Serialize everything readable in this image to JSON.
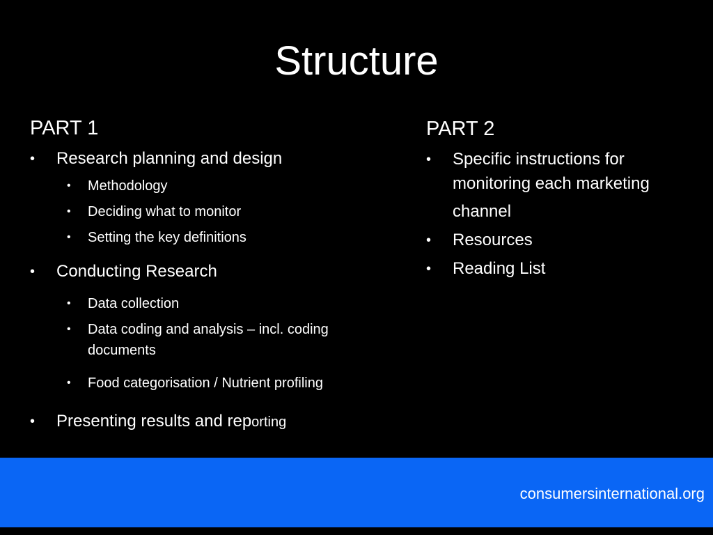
{
  "title": "Structure",
  "part1": {
    "heading": "PART 1",
    "items": [
      {
        "label": "Research planning and design",
        "subitems": [
          "Methodology",
          "Deciding what to monitor",
          "Setting the key definitions"
        ]
      },
      {
        "label": "Conducting Research",
        "subitems": [
          "Data collection",
          "Data coding and analysis – incl. coding",
          "documents",
          "Food categorisation / Nutrient profiling"
        ]
      },
      {
        "label_main": "Presenting results and rep",
        "label_tail": "orting"
      }
    ]
  },
  "part2": {
    "heading": "PART 2",
    "items": [
      {
        "line1": "Specific instructions for",
        "line2": "monitoring each marketing",
        "line3": "channel"
      },
      {
        "label": "Resources"
      },
      {
        "label": "Reading List"
      }
    ]
  },
  "footer": {
    "url": "consumersinternational.org"
  },
  "bullet_char": "•",
  "colors": {
    "background": "#000000",
    "text": "#ffffff",
    "footer_band": "#0a66f5"
  }
}
